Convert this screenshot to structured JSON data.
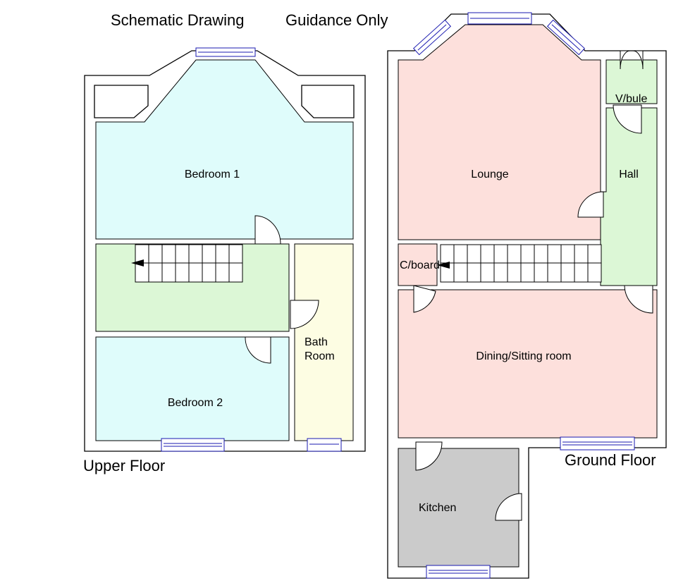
{
  "header": {
    "left": "Schematic Drawing",
    "right": "Guidance Only"
  },
  "upper_floor": {
    "title": "Upper Floor",
    "rooms": {
      "bedroom1": "Bedroom 1",
      "bedroom2": "Bedroom 2",
      "bath_line1": "Bath",
      "bath_line2": "Room"
    }
  },
  "ground_floor": {
    "title": "Ground Floor",
    "rooms": {
      "lounge": "Lounge",
      "vestibule": "V/bule",
      "hall": "Hall",
      "cupboard": "C/board",
      "dining": "Dining/Sitting room",
      "kitchen": "Kitchen"
    }
  },
  "colors": {
    "bedroom": "#dffcfb",
    "landing": "#dcf7d6",
    "bathroom": "#fdfde3",
    "reception": "#fde0dc",
    "hall": "#dcf7d6",
    "kitchen": "#cbcbcb",
    "window": "#1a1ab0"
  }
}
